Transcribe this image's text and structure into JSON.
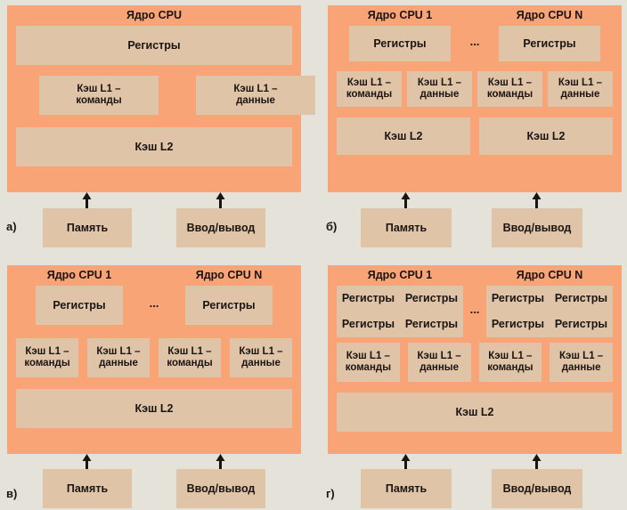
{
  "figure": {
    "colors": {
      "page_background": "#e5e3d9",
      "cpu_block": "#f8a477",
      "unit_box": "#e0c4a8",
      "text": "#1a1512"
    },
    "labels": {
      "core": "Ядро CPU",
      "core_1": "Ядро CPU 1",
      "core_n": "Ядро CPU N",
      "registers": "Регистры",
      "l1_instructions": "Кэш L1 –\nкоманды",
      "l1_data": "Кэш L1 –\nданные",
      "l2": "Кэш L2",
      "memory": "Память",
      "io": "Ввод/вывод",
      "ellipsis": "..."
    }
  },
  "panels": [
    {
      "id": "a",
      "tag": "а)",
      "cores": [
        {
          "title": "Ядро CPU",
          "registers": [
            "Регистры"
          ],
          "l1": [
            "Кэш L1 –\nкоманды",
            "Кэш L1 –\nданные"
          ]
        }
      ],
      "l2_caches": [
        "Кэш L2"
      ],
      "l2_shared": true,
      "bottom": [
        "Память",
        "Ввод/вывод"
      ],
      "arrows": 2
    },
    {
      "id": "b",
      "tag": "б)",
      "cores": [
        {
          "title": "Ядро CPU 1",
          "registers": [
            "Регистры"
          ],
          "l1": [
            "Кэш L1 –\nкоманды",
            "Кэш L1 –\nданные"
          ]
        },
        {
          "title": "Ядро CPU N",
          "registers": [
            "Регистры"
          ],
          "l1": [
            "Кэш L1 –\nкоманды",
            "Кэш L1 –\nданные"
          ]
        }
      ],
      "l2_caches": [
        "Кэш L2",
        "Кэш L2"
      ],
      "l2_shared": false,
      "bottom": [
        "Память",
        "Ввод/вывод"
      ],
      "arrows": 2
    },
    {
      "id": "c",
      "tag": "в)",
      "cores": [
        {
          "title": "Ядро CPU 1",
          "registers": [
            "Регистры"
          ],
          "l1": [
            "Кэш L1 –\nкоманды",
            "Кэш L1 –\nданные"
          ]
        },
        {
          "title": "Ядро CPU N",
          "registers": [
            "Регистры"
          ],
          "l1": [
            "Кэш L1 –\nкоманды",
            "Кэш L1 –\nданные"
          ]
        }
      ],
      "l2_caches": [
        "Кэш L2"
      ],
      "l2_shared": true,
      "bottom": [
        "Память",
        "Ввод/вывод"
      ],
      "arrows": 2
    },
    {
      "id": "d",
      "tag": "г)",
      "cores": [
        {
          "title": "Ядро CPU 1",
          "registers": [
            "Регистры",
            "Регистры",
            "Регистры",
            "Регистры"
          ],
          "l1": [
            "Кэш L1 –\nкоманды",
            "Кэш L1 –\nданные"
          ]
        },
        {
          "title": "Ядро CPU N",
          "registers": [
            "Регистры",
            "Регистры",
            "Регистры",
            "Регистры"
          ],
          "l1": [
            "Кэш L1 –\nкоманды",
            "Кэш L1 –\nданные"
          ]
        }
      ],
      "l2_caches": [
        "Кэш L2"
      ],
      "l2_shared": true,
      "bottom": [
        "Память",
        "Ввод/вывод"
      ],
      "arrows": 2
    }
  ]
}
